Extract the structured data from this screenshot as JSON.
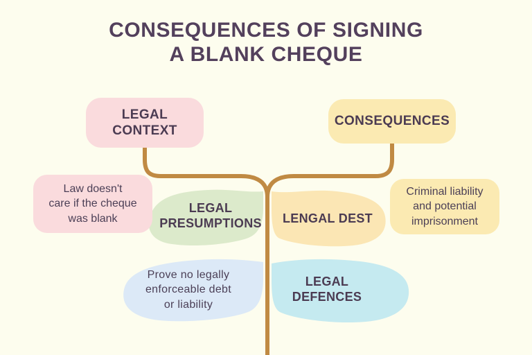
{
  "meta": {
    "background_color": "#fdfdee",
    "stem_color": "#c08a43",
    "title_color": "#53405c",
    "body_text_color": "#4b3f56"
  },
  "title": {
    "line1": "CONSEQUENCES OF SIGNING",
    "line2": "A BLANK CHEQUE"
  },
  "branches": {
    "left_header": {
      "label": "LEGAL\nCONTEXT",
      "color": "#fadbdd"
    },
    "right_header": {
      "label": "CONSEQUENCES",
      "color": "#fbeab2"
    }
  },
  "leaves": [
    {
      "name": "legal-presumptions",
      "label": "LEGAL\nPRESUMPTIONS",
      "color": "#dceacb",
      "side": "left",
      "row": "upper"
    },
    {
      "name": "lengal-dest",
      "label": "LENGAL DEST",
      "color": "#fbe6b4",
      "side": "right",
      "row": "upper"
    },
    {
      "name": "prove-no-debt",
      "label": "Prove no legally\nenforceable debt\nor liability",
      "color": "#dce9f7",
      "side": "left",
      "row": "lower"
    },
    {
      "name": "legal-defences",
      "label": "LEGAL\nDEFENCES",
      "color": "#c5eaf0",
      "side": "right",
      "row": "lower"
    }
  ],
  "details": [
    {
      "name": "law-doesnt-care",
      "label": "Law doesn't\ncare if the cheque\nwas blank",
      "color": "#fadbdd",
      "side": "left"
    },
    {
      "name": "criminal-liability",
      "label": "Criminal liability\nand potential\nimprisonment",
      "color": "#fbeab2",
      "side": "right"
    }
  ]
}
